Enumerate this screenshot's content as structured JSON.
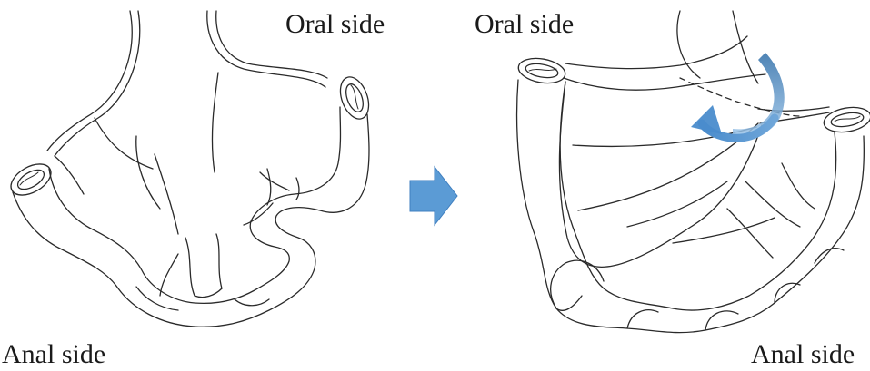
{
  "figure": {
    "labels": {
      "oral_left": "Oral side",
      "oral_right": "Oral side",
      "anal_left": "Anal side",
      "anal_right": "Anal side"
    },
    "colors": {
      "line": "#2a2a2a",
      "arrow_fill": "#5b9bd5",
      "arrow_stroke": "#3f7fc0",
      "rotation_arrow": "#6fa6d9",
      "rotation_arrow_dark": "#2f6ea8"
    },
    "icons": {
      "transition": "right-arrow-icon",
      "rotation": "curved-rotation-arrow-icon"
    }
  }
}
